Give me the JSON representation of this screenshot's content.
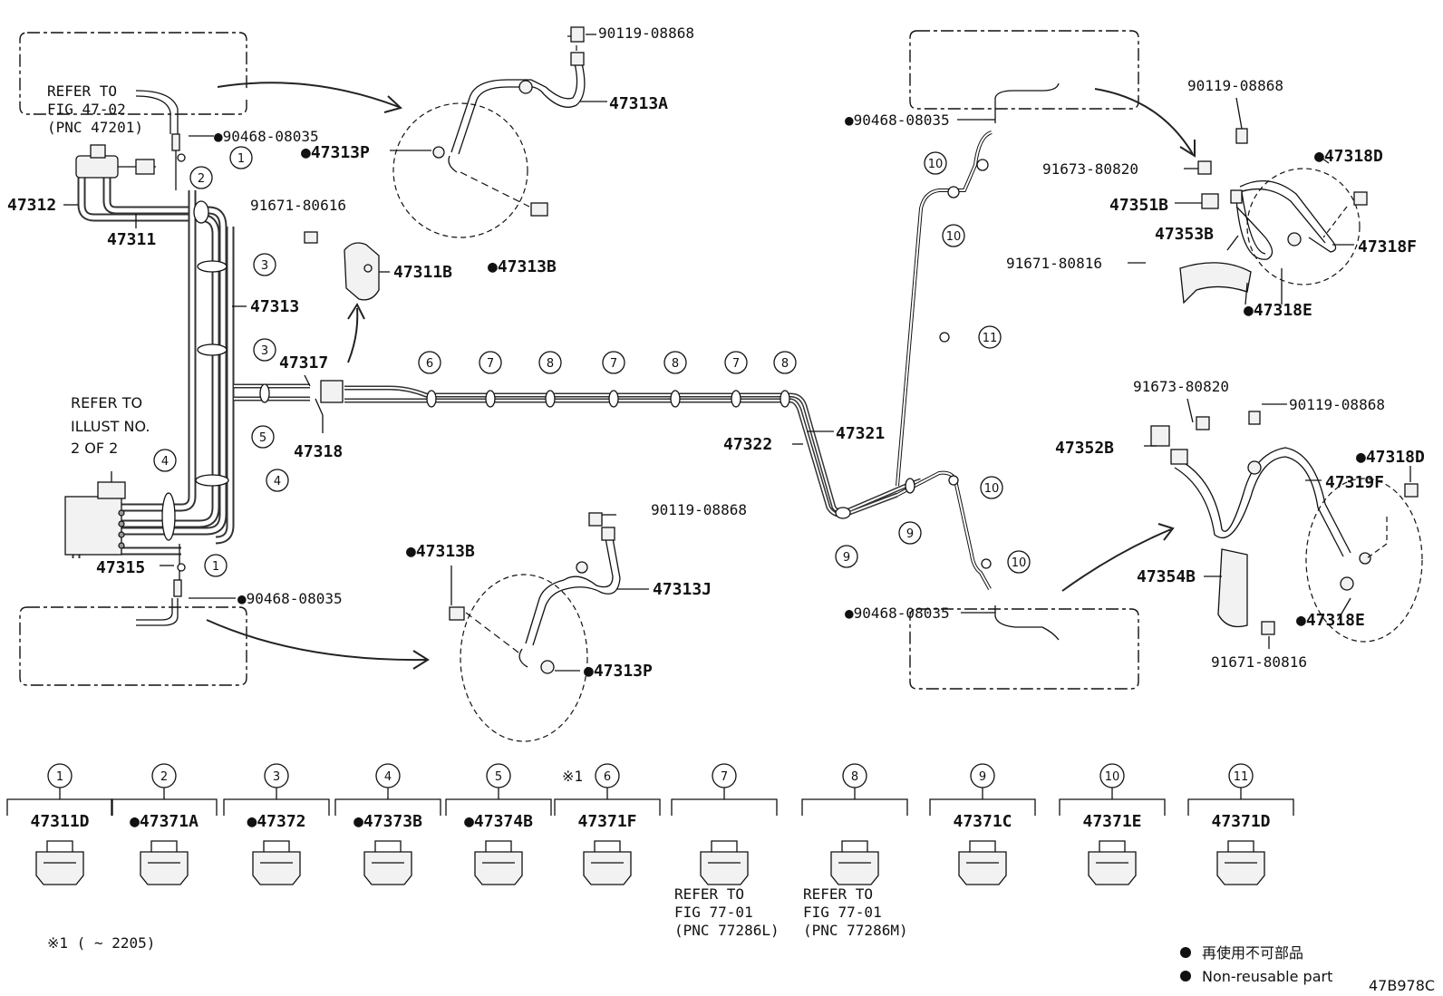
{
  "diagram_id": "47B978C",
  "refer_blocks": {
    "master_cyl": [
      "REFER TO",
      "FIG 47-02",
      "(PNC 47201)"
    ],
    "illust": [
      "REFER TO",
      "ILLUST NO.",
      "2 OF 2"
    ],
    "clip7": [
      "REFER TO",
      "FIG 77-01",
      "(PNC 77286L)"
    ],
    "clip8": [
      "REFER TO",
      "FIG 77-01",
      "(PNC 77286M)"
    ]
  },
  "labels": {
    "p47312": "47312",
    "p47311": "47311",
    "p47313": "47313",
    "p47317": "47317",
    "p47318": "47318",
    "p47315": "47315",
    "p47311B": "47311B",
    "p91671_80616": "91671-80616",
    "p90468_a": "●90468-08035",
    "p90468_b": "●90468-08035",
    "p90468_c": "●90468-08035",
    "p90468_d": "●90468-08035",
    "p90119_a": "90119-08868",
    "p90119_b": "90119-08868",
    "p90119_c": "90119-08868",
    "p90119_d": "90119-08868",
    "p47313A": "47313A",
    "p47313P_a": "●47313P",
    "p47313B_a": "●47313B",
    "p47313B_b": "●47313B",
    "p47313J": "47313J",
    "p47313P_b": "●47313P",
    "p47322": "47322",
    "p47321": "47321",
    "p91673_a": "91673-80820",
    "p91673_b": "91673-80820",
    "p47351B": "47351B",
    "p47353B": "47353B",
    "p91671_80816_a": "91671-80816",
    "p91671_80816_b": "91671-80816",
    "p47318D_a": "●47318D",
    "p47318F": "47318F",
    "p47318E_a": "●47318E",
    "p47352B": "47352B",
    "p47319F": "47319F",
    "p47318D_b": "●47318D",
    "p47354B": "47354B",
    "p47318E_b": "●47318E"
  },
  "callouts": [
    "1",
    "2",
    "3",
    "3",
    "4",
    "4",
    "1",
    "5",
    "6",
    "7",
    "8",
    "7",
    "8",
    "7",
    "8",
    "9",
    "9",
    "10",
    "10",
    "10",
    "10",
    "11"
  ],
  "clips": [
    {
      "num": "1",
      "part": "47311D"
    },
    {
      "num": "2",
      "part": "●47371A"
    },
    {
      "num": "3",
      "part": "●47372"
    },
    {
      "num": "4",
      "part": "●47373B"
    },
    {
      "num": "5",
      "part": "●47374B"
    },
    {
      "num": "6",
      "part": "47371F",
      "note": "※1"
    },
    {
      "num": "7",
      "part": ""
    },
    {
      "num": "8",
      "part": ""
    },
    {
      "num": "9",
      "part": "47371C"
    },
    {
      "num": "10",
      "part": "47371E"
    },
    {
      "num": "11",
      "part": "47371D"
    }
  ],
  "footnote": "※1 (      ~ 2205)",
  "legend": {
    "jp": "再使用不可部品",
    "en": "Non-reusable part"
  }
}
